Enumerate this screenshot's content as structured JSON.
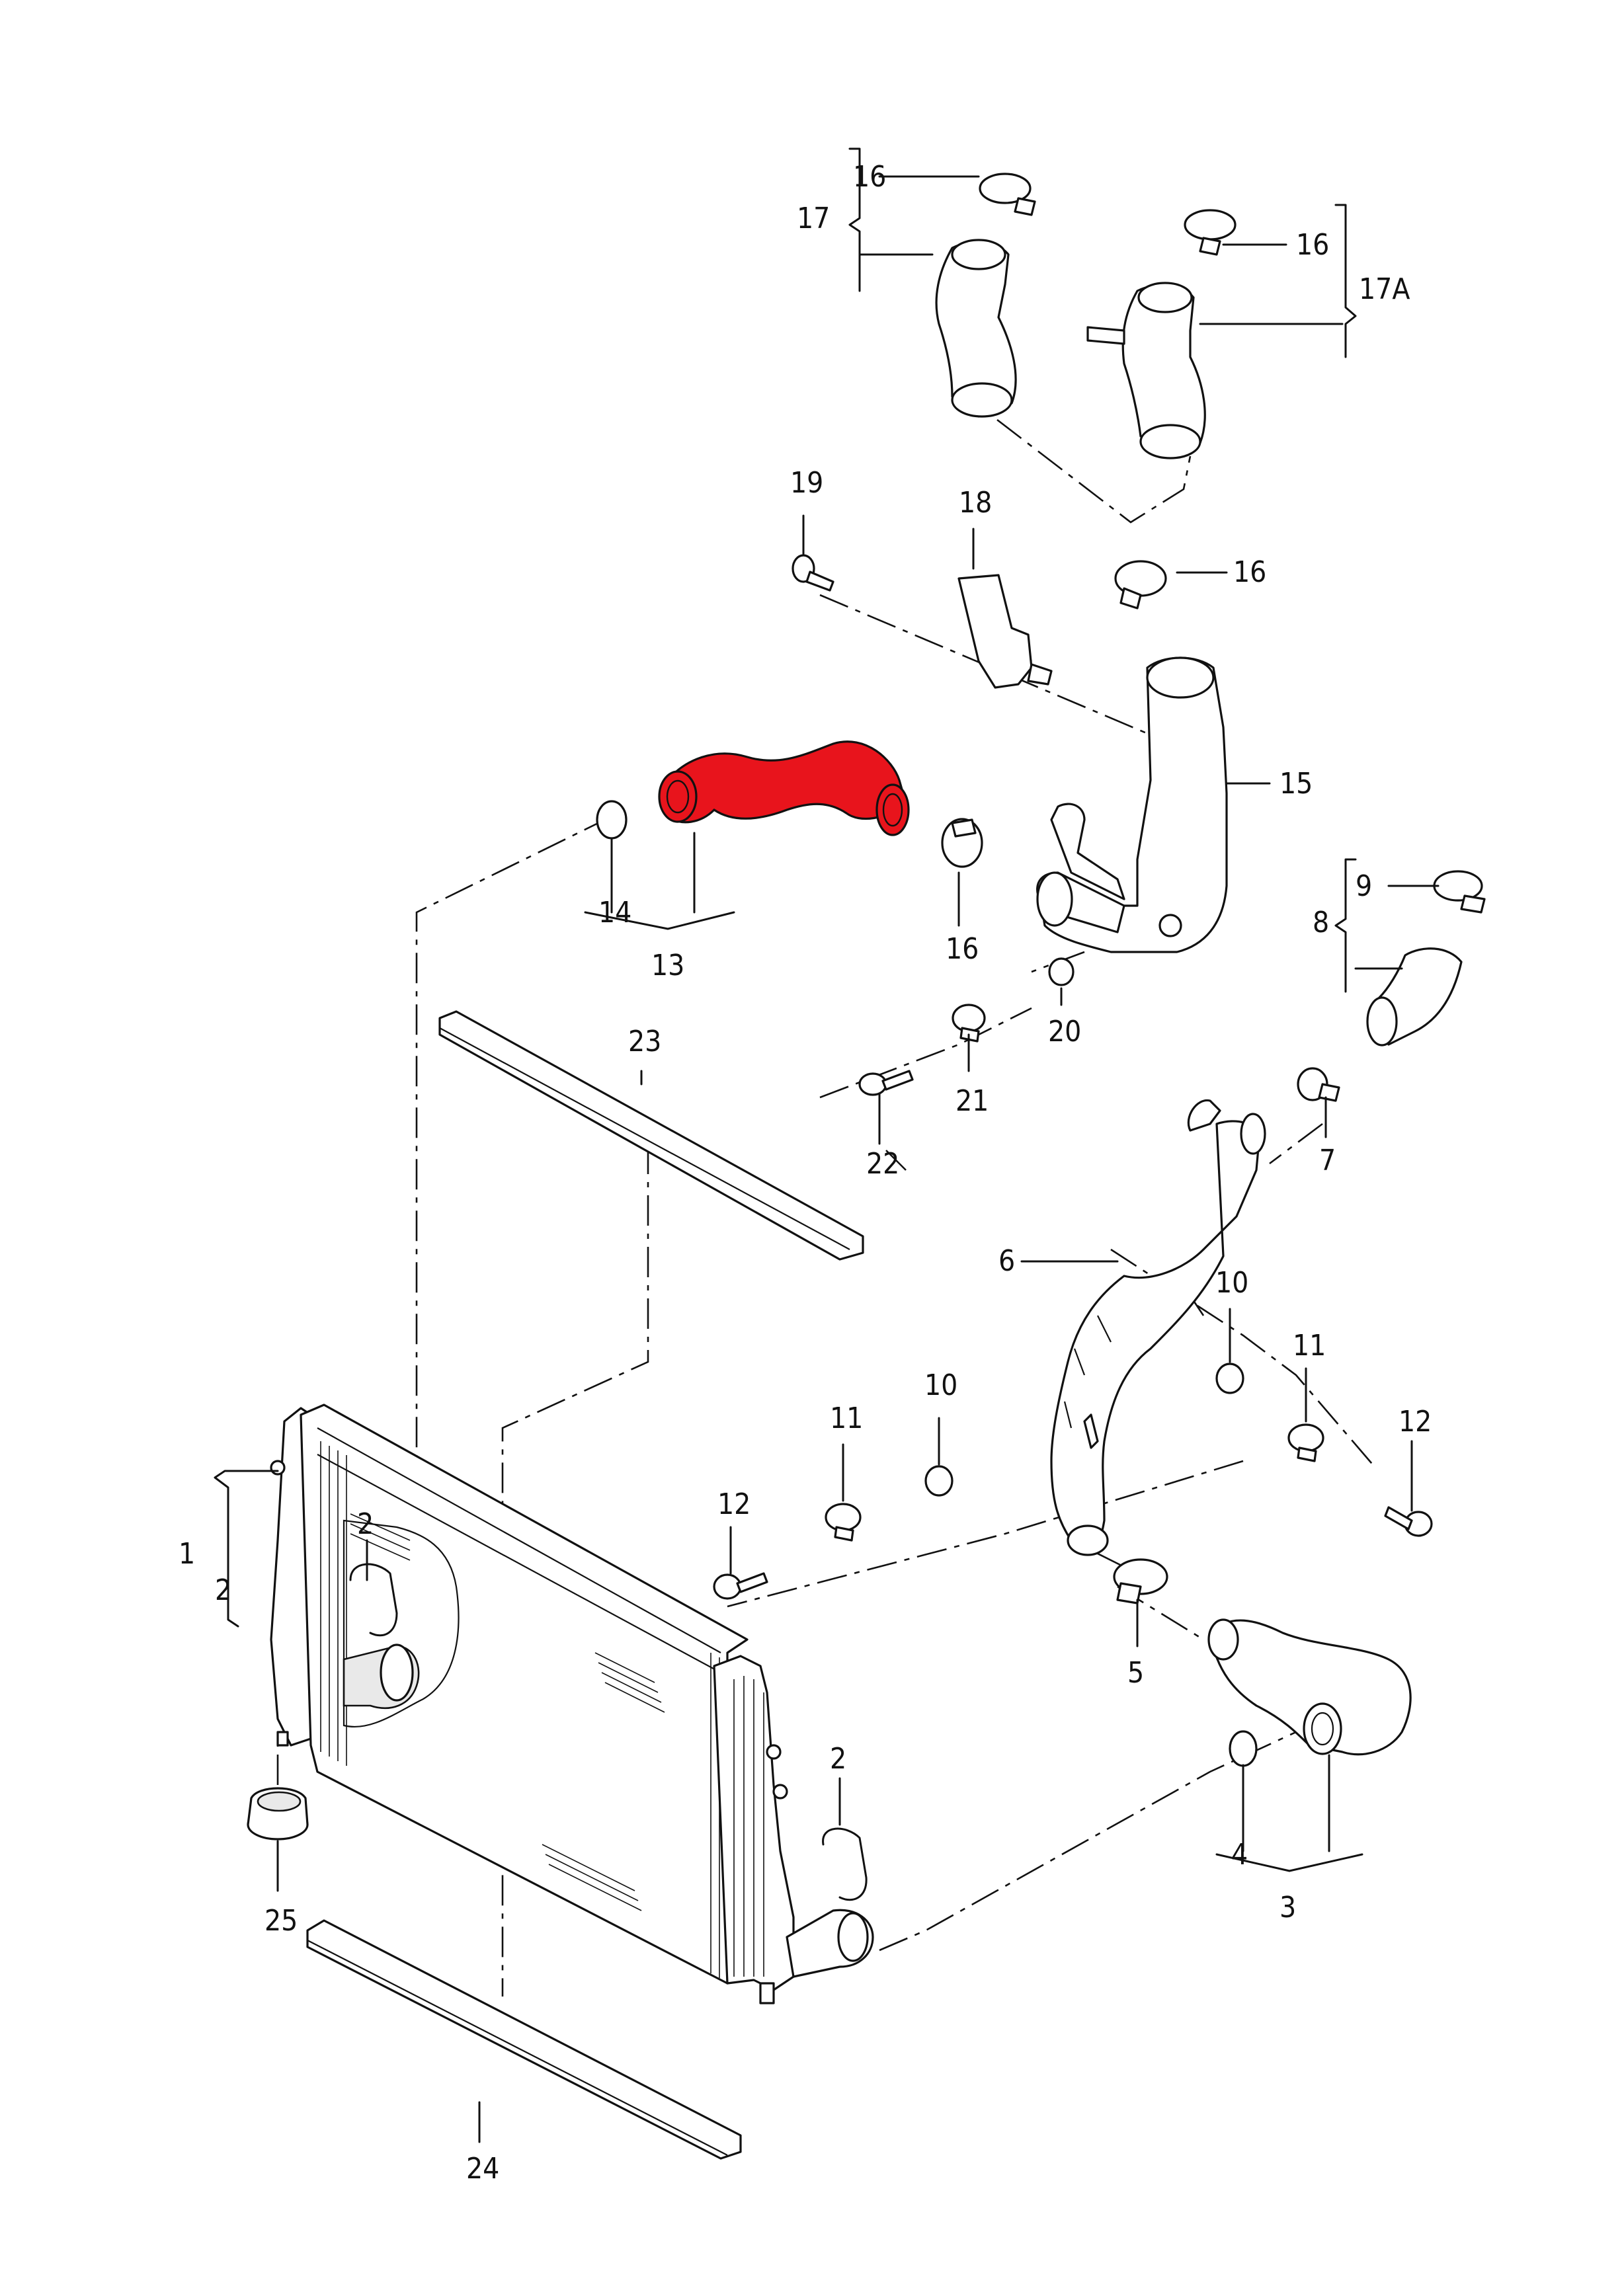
{
  "highlight_color": "#e8141c",
  "labels": {
    "l1": "1",
    "l2a": "2",
    "l2b": "2",
    "l2c": "2",
    "l3": "3",
    "l4": "4",
    "l5": "5",
    "l6": "6",
    "l7": "7",
    "l8": "8",
    "l9": "9",
    "l10a": "10",
    "l10b": "10",
    "l11a": "11",
    "l11b": "11",
    "l12a": "12",
    "l12b": "12",
    "l13": "13",
    "l14": "14",
    "l15": "15",
    "l16a": "16",
    "l16b": "16",
    "l16c": "16",
    "l16d": "16",
    "l17": "17",
    "l17a": "17A",
    "l18": "18",
    "l19": "19",
    "l20": "20",
    "l21": "21",
    "l22": "22",
    "l23": "23",
    "l24": "24",
    "l25": "25"
  }
}
